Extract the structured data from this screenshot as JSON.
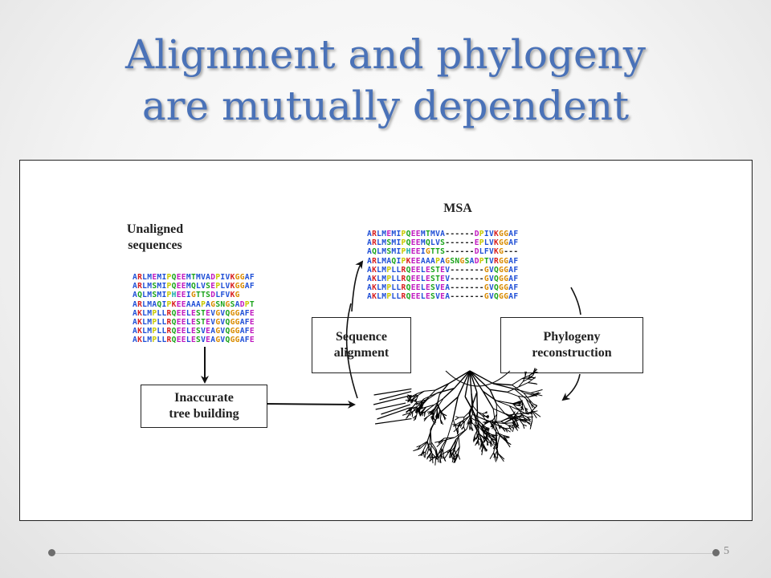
{
  "slide": {
    "title_line1": "Alignment and phylogeny",
    "title_line2": "are mutually dependent",
    "page_number": "5"
  },
  "figure": {
    "unaligned_label_line1": "Unaligned",
    "unaligned_label_line2": "sequences",
    "msa_label": "MSA",
    "box_inaccurate_line1": "Inaccurate",
    "box_inaccurate_line2": "tree building",
    "box_alignment_line1": "Sequence",
    "box_alignment_line2": "alignment",
    "box_phylogeny_line1": "Phylogeny",
    "box_phylogeny_line2": "reconstruction",
    "unaligned_sequences": [
      "ARLMEMIPQEEMTMVADPIVKGGAF",
      "ARLMSMIPQEEMQLVSEPLVKGGAF",
      "AQLMSMIPHEEIGTTSDLFVKG",
      "ARLMAQIPKEEAAAPAGSNGSADPT",
      "AKLMPLLRQEELESTEVGVQGGAFE",
      "AKLMPLLRQEELESTEVGVQGGAFE",
      "AKLMPLLRQEELESVEAGVQGGAFE",
      "AKLMPLLRQEELESVEAGVQGGAFE"
    ],
    "msa_sequences": [
      "ARLMEMIPQEEMTMVA------DPIVKGGAF",
      "ARLMSMIPQEEMQLVS------EPLVKGGAF",
      "AQLMSMIPHEEIGTTS------DLFVKG---",
      "ARLMAQIPKEEAAAPAGSNGSADPTVRGGAF",
      "AKLMPLLRQEELESTEV-------GVQGGAF",
      "AKLMPLLRQEELESTEV-------GVQGGAF",
      "AKLMPLLRQEELESVEA-------GVQGGAF",
      "AKLMPLLRQEELESVEA-------GVQGGAF"
    ],
    "residue_colors": {
      "hydrophobic": "#1f4fd6",
      "positive": "#d81f1f",
      "negative": "#c01ac0",
      "polar": "#1aa31a",
      "glycine": "#d98b00",
      "proline": "#c8c800",
      "aromatic": "#18a8a8",
      "other": "#555555"
    }
  }
}
